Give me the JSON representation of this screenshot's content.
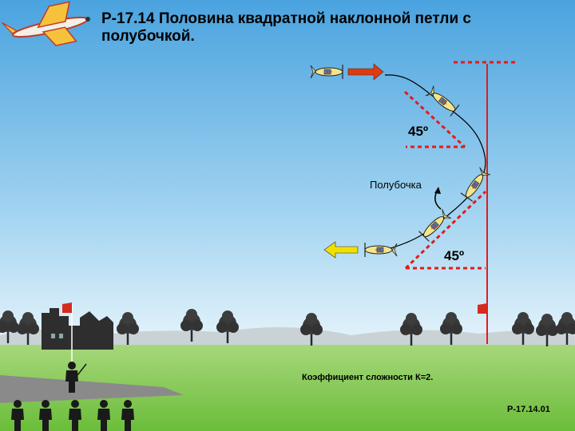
{
  "title": "Р-17.14 Половина квадратной наклонной петли с полубочкой.",
  "labels": {
    "angle_top": "45º",
    "angle_bottom": "45º",
    "half_roll": "Полубочка",
    "difficulty": "Коэффициент сложности К=2.",
    "code": "Р-17.14.01"
  },
  "colors": {
    "sky_top": "#4aa3df",
    "sky_bottom": "#d7eef9",
    "grass": "#7ec447",
    "reference_lines": "#e31b1b",
    "entry_arrow": "#e03a10",
    "exit_arrow": "#f0e000",
    "flight_path": "#000000"
  },
  "icons": [
    "model-plane-icon",
    "aircraft-icon",
    "red-flag-icon",
    "pilot-figure-icon",
    "tree-icon",
    "ruined-building-icon"
  ]
}
